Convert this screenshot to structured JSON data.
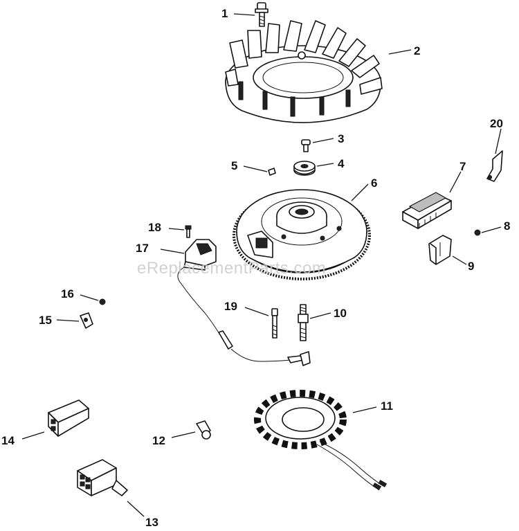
{
  "callouts": {
    "c1": "1",
    "c2": "2",
    "c3": "3",
    "c4": "4",
    "c5": "5",
    "c6": "6",
    "c7": "7",
    "c8": "8",
    "c9": "9",
    "c10": "10",
    "c11": "11",
    "c12": "12",
    "c13": "13",
    "c14": "14",
    "c15": "15",
    "c16": "16",
    "c17": "17",
    "c18": "18",
    "c19": "19",
    "c20": "20"
  },
  "watermark": "eReplacementParts.com",
  "colors": {
    "line": "#111111",
    "background": "#ffffff",
    "watermark": "#c9c9c9"
  }
}
